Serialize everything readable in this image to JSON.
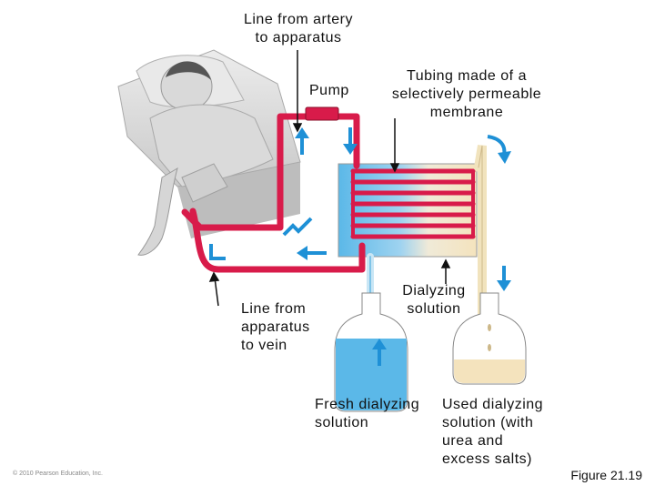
{
  "labels": {
    "artery_line": "Line from artery\nto apparatus",
    "pump": "Pump",
    "tubing": "Tubing made of a\nselectively permeable\nmembrane",
    "vein_line": "Line from\napparatus\nto vein",
    "dialyzing": "Dialyzing\nsolution",
    "fresh": "Fresh dialyzing\nsolution",
    "used": "Used dialyzing\nsolution (with\nurea and\nexcess salts)"
  },
  "credit": "© 2010 Pearson Education, Inc.",
  "figure": "Figure 21.19",
  "icons": [
    "patient-illustration",
    "pump-icon",
    "flow-arrow-icon",
    "bottle-icon"
  ],
  "colors": {
    "blood_tube": "#d81b4a",
    "blood_tube_light": "#ef5d80",
    "dialysate_fresh": "#5bb8e8",
    "dialysate_used": "#f4e3bd",
    "arrow_blue": "#1e90d6",
    "bed": "#d7d7d7",
    "leader": "#111111"
  }
}
